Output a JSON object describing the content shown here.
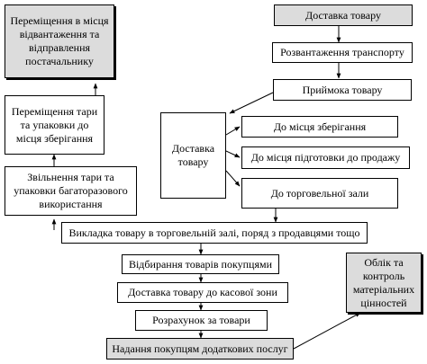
{
  "nodes": {
    "supplier_return": "Переміщення в місця відвантаження та відправлення постачальнику",
    "delivery": "Доставка товару",
    "unloading": "Розвантаження транспорту",
    "acceptance": "Приймока товару",
    "move_tare": "Переміщення тари та упаковки до місця зберігання",
    "delivery_center": "Доставка товару",
    "to_storage": "До місця зберігання",
    "to_preparation": "До місця підготовки до продажу",
    "to_sales_hall": "До торговельної зали",
    "free_tare": "Звільнення тари та упаковки багаторазового використання",
    "display_goods": "Викладка товару в торговельній залі, поряд з продавцями тощо",
    "selection": "Відбирання товарів покупцями",
    "to_checkout": "Доставка товару до касової зони",
    "payment": "Розрахунок за товари",
    "extra_services": "Надання покупцям додаткових послуг",
    "accounting": "Облік та контроль матеріальних цінностей"
  },
  "colors": {
    "gray_fill": "#dcdcdc",
    "stroke": "#000000"
  }
}
